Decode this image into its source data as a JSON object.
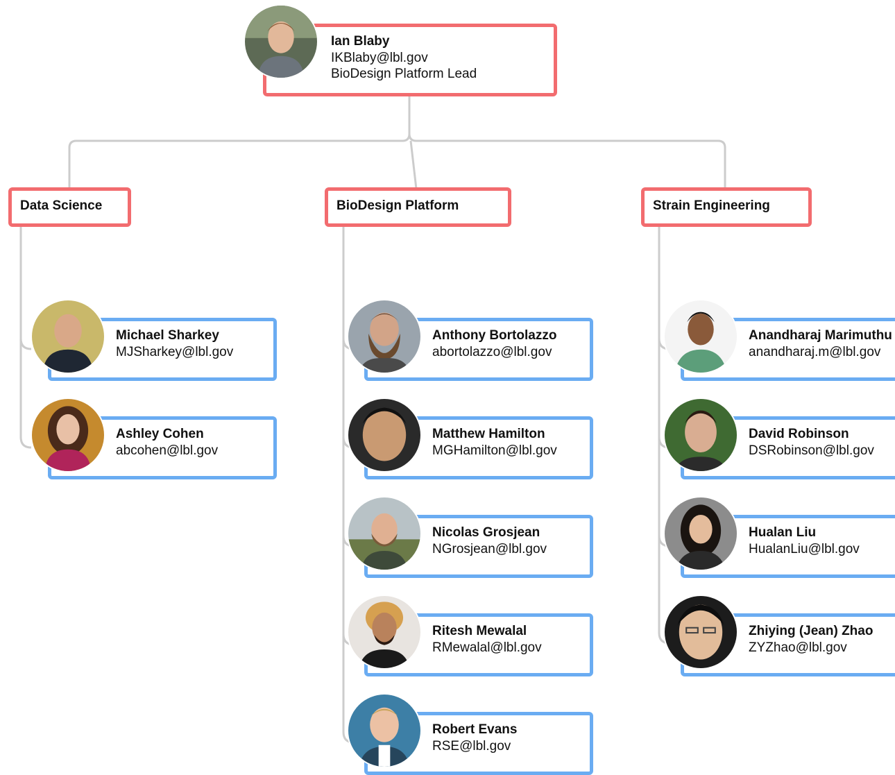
{
  "lead": {
    "name": "Ian Blaby",
    "email": "IKBlaby@lbl.gov",
    "role": "BioDesign Platform Lead",
    "avatar_icon": "person-photo"
  },
  "departments": [
    {
      "label": "Data Science",
      "members": [
        {
          "name": "Michael Sharkey",
          "email": "MJSharkey@lbl.gov",
          "avatar_icon": "person-photo"
        },
        {
          "name": "Ashley Cohen",
          "email": "abcohen@lbl.gov",
          "avatar_icon": "person-photo"
        }
      ]
    },
    {
      "label": "BioDesign Platform",
      "members": [
        {
          "name": "Anthony Bortolazzo",
          "email": "abortolazzo@lbl.gov",
          "avatar_icon": "person-photo"
        },
        {
          "name": "Matthew Hamilton",
          "email": "MGHamilton@lbl.gov",
          "avatar_icon": "person-photo"
        },
        {
          "name": "Nicolas Grosjean",
          "email": "NGrosjean@lbl.gov",
          "avatar_icon": "person-photo"
        },
        {
          "name": "Ritesh Mewalal",
          "email": "RMewalal@lbl.gov",
          "avatar_icon": "person-photo"
        },
        {
          "name": "Robert Evans",
          "email": "RSE@lbl.gov",
          "avatar_icon": "person-photo"
        }
      ]
    },
    {
      "label": "Strain Engineering",
      "members": [
        {
          "name": "Anandharaj Marimuthu",
          "email": "anandharaj.m@lbl.gov",
          "avatar_icon": "person-photo"
        },
        {
          "name": "David Robinson",
          "email": "DSRobinson@lbl.gov",
          "avatar_icon": "person-photo"
        },
        {
          "name": "Hualan Liu",
          "email": "HualanLiu@lbl.gov",
          "avatar_icon": "person-photo"
        },
        {
          "name": "Zhiying (Jean) Zhao",
          "email": "ZYZhao@lbl.gov",
          "avatar_icon": "person-photo"
        }
      ]
    }
  ],
  "colors": {
    "dept_border": "#f26c6f",
    "member_border": "#6aacf2",
    "connector": "#cccccc"
  }
}
